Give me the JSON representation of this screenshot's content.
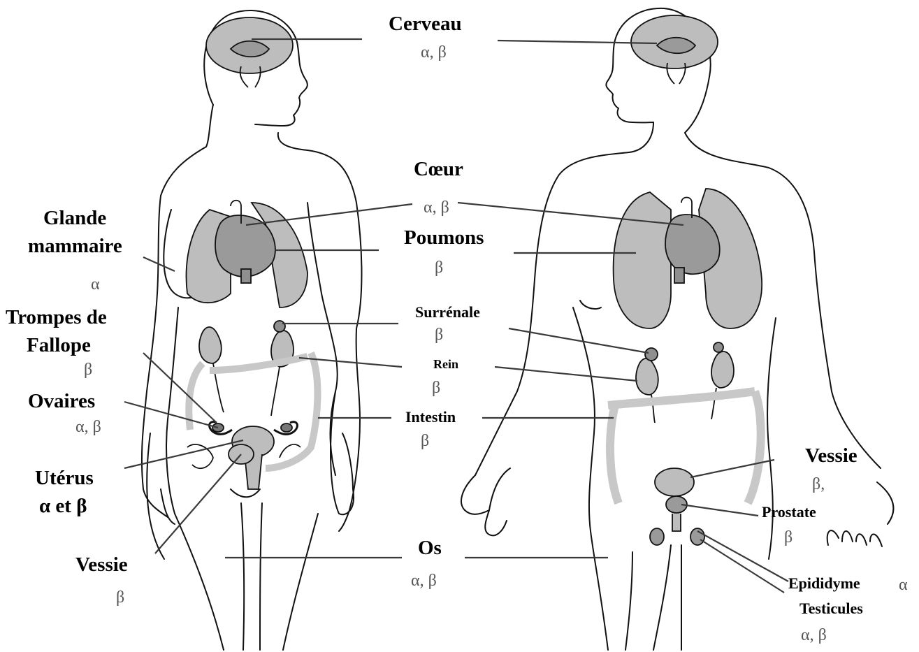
{
  "labels": {
    "cerveau": "Cerveau",
    "coeur": "Cœur",
    "poumons": "Poumons",
    "surrenale": "Surrénale",
    "rein": "Rein",
    "intestin": "Intestin",
    "os": "Os",
    "glande_line1": "Glande",
    "glande_line2": "mammaire",
    "trompes_line1": "Trompes de",
    "trompes_line2": "Fallope",
    "ovaires": "Ovaires",
    "uterus_line1": "Utérus",
    "uterus_line2": "α et β",
    "vessie_f": "Vessie",
    "vessie_m": "Vessie",
    "prostate": "Prostate",
    "epididyme": "Epididyme",
    "testicules": "Testicules"
  },
  "receptors": {
    "cerveau": "α, β",
    "coeur": "α, β",
    "poumons": "β",
    "surrenale": "β",
    "rein": "β",
    "intestin": "β",
    "os": "α, β",
    "glande": "α",
    "trompes": "β",
    "ovaires": "α, β",
    "vessie_f": "β",
    "vessie_m": "β,",
    "prostate": "β",
    "epididyme": "α",
    "testicules": "α, β"
  },
  "colors": {
    "outline": "#111111",
    "organ_fill": "#bdbdbd",
    "organ_dark": "#8f8f8f",
    "intestine": "#c8c8c8",
    "leader_line": "#3a3a3a",
    "receptor_text": "#555555"
  }
}
